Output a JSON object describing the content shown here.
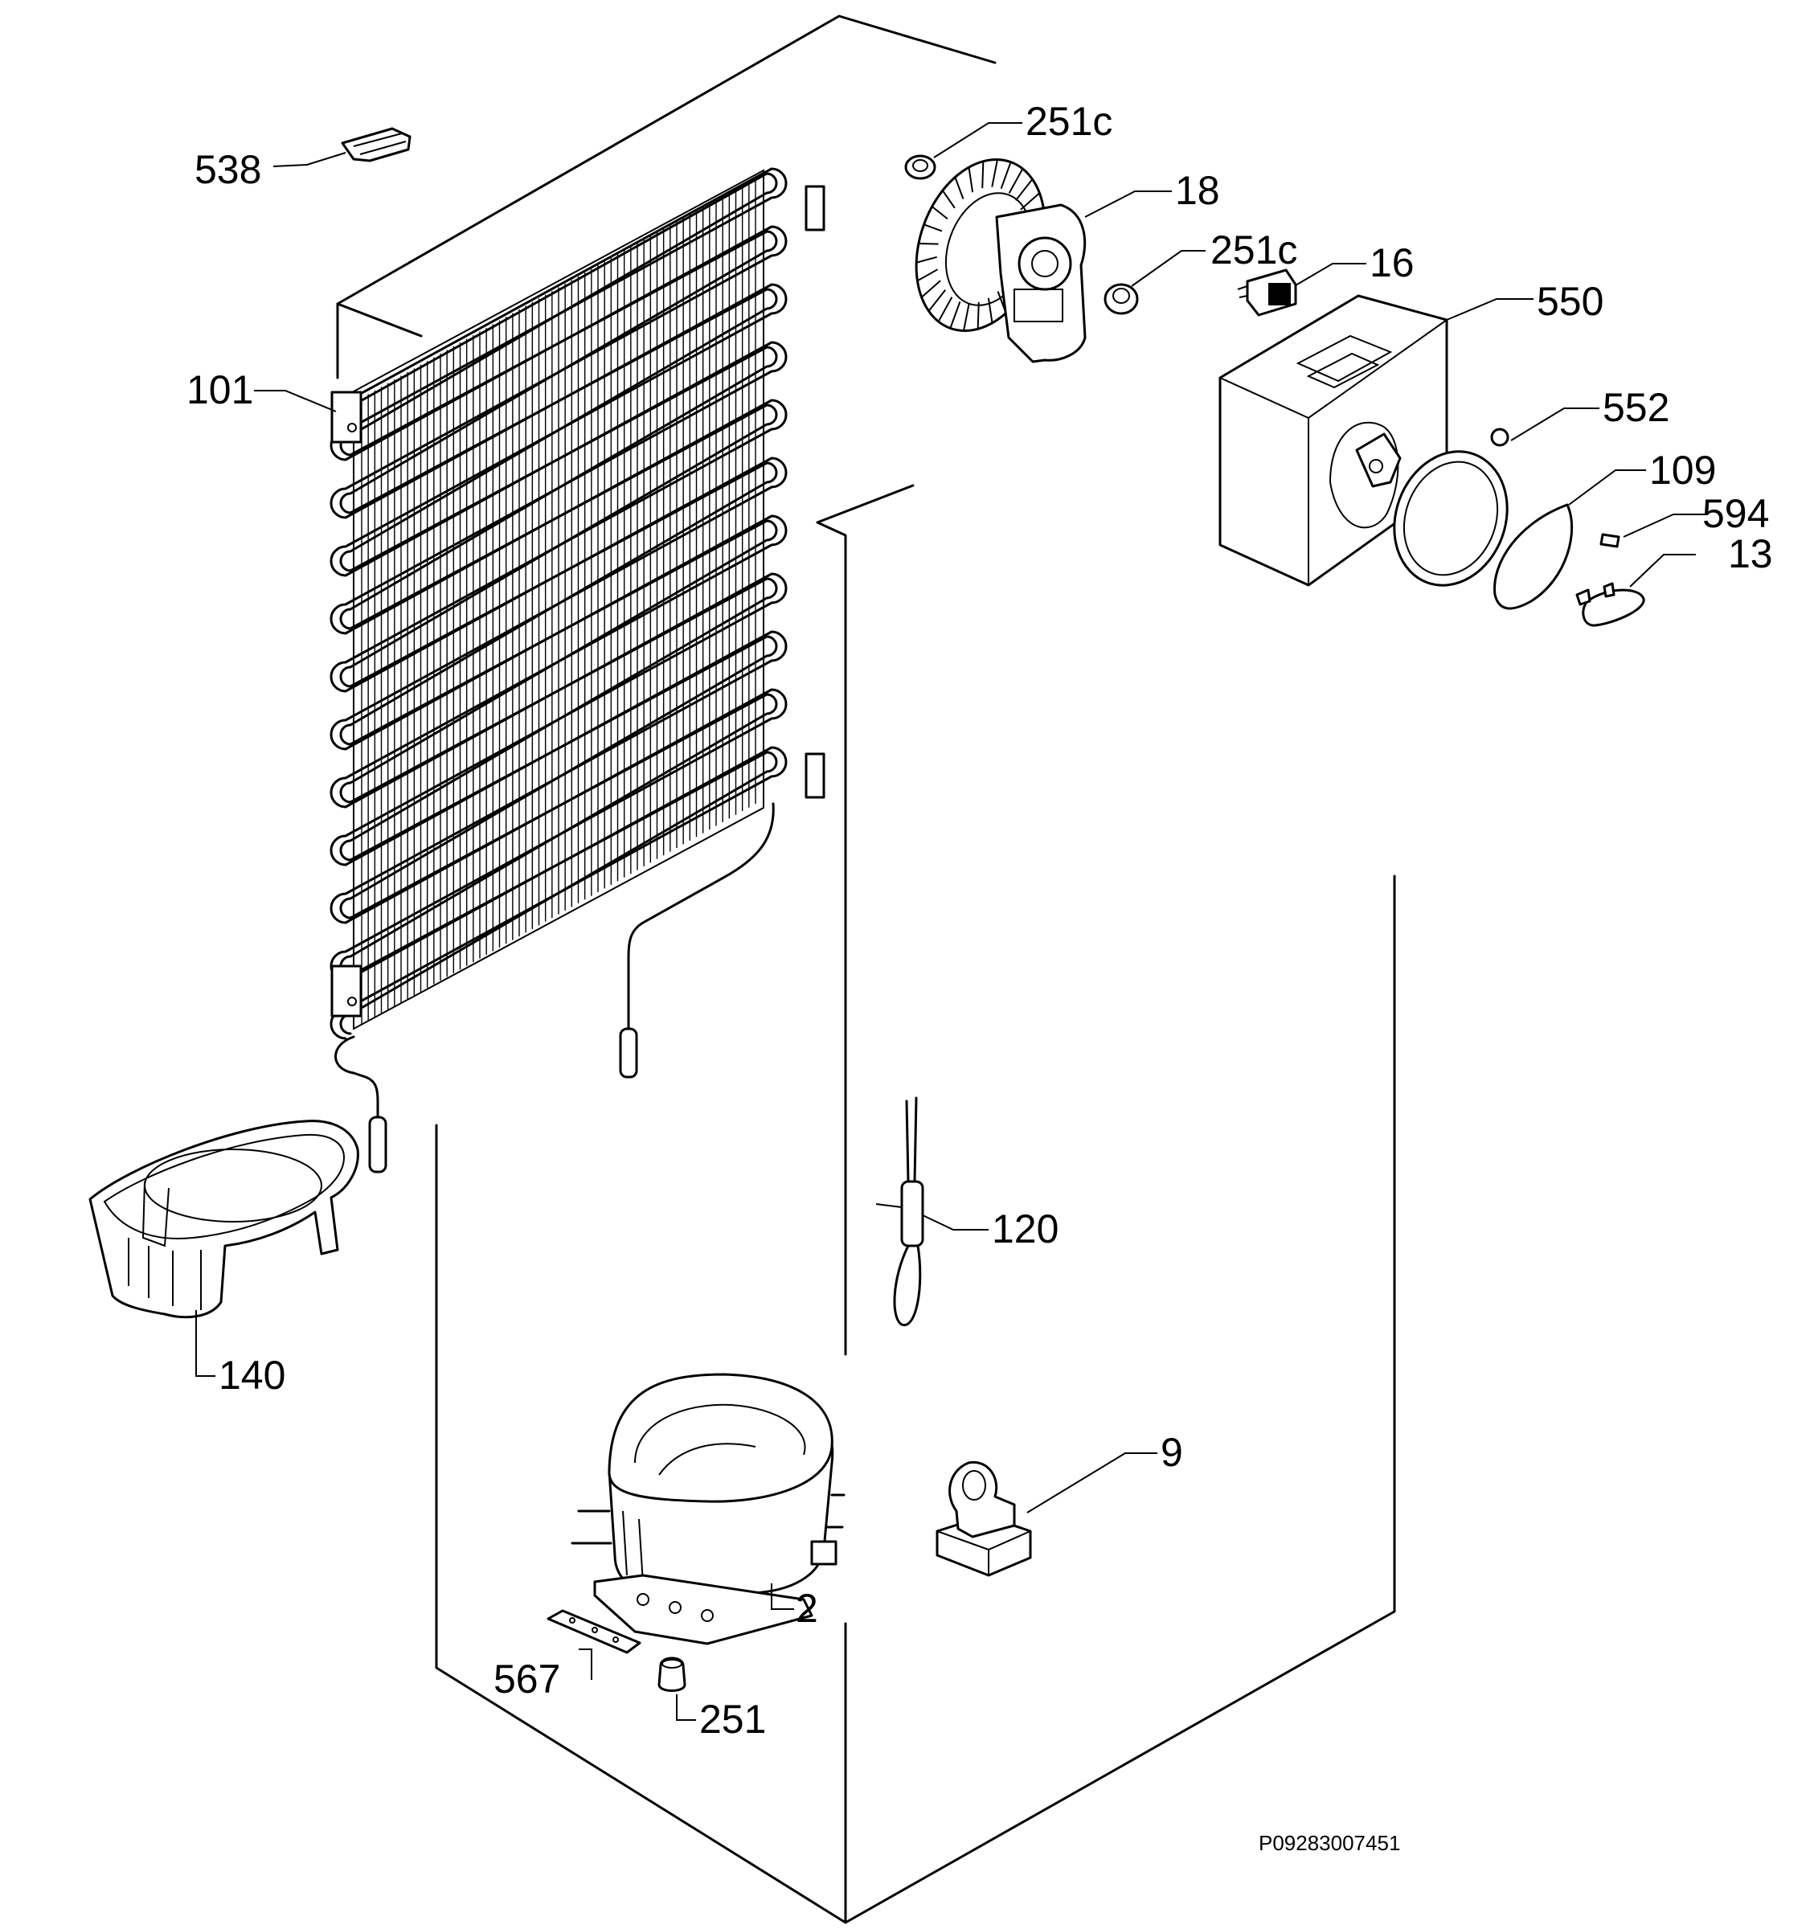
{
  "labels": {
    "p538": "538",
    "p251c_a": "251c",
    "p18": "18",
    "p251c_b": "251c",
    "p16": "16",
    "p550": "550",
    "p552": "552",
    "p109": "109",
    "p594": "594",
    "p13": "13",
    "p101": "101",
    "p140": "140",
    "p120": "120",
    "p9": "9",
    "p2": "2",
    "p567": "567",
    "p251": "251"
  },
  "drawing_code": "P09283007451"
}
